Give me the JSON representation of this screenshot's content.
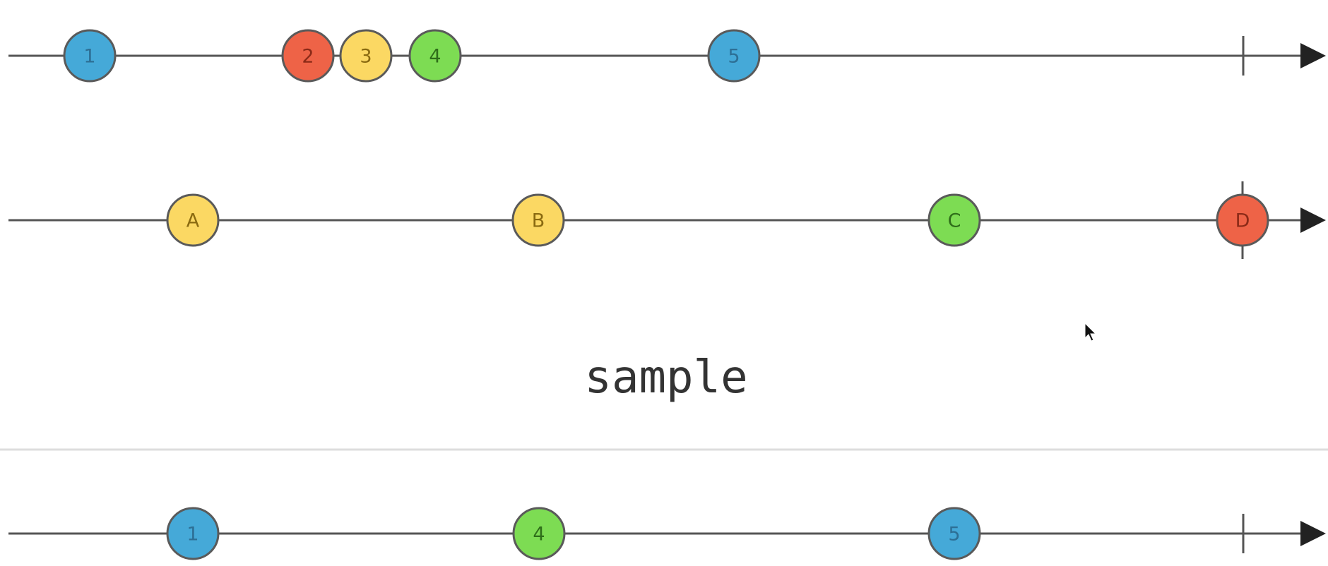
{
  "diagram": {
    "type": "marble-diagram",
    "operator": "sample",
    "colors": {
      "blue": "#45a9d8",
      "red": "#ee6347",
      "yellow": "#fbd863",
      "green": "#7ddc53",
      "line": "#555555",
      "divider": "#dddddd"
    },
    "timelines": [
      {
        "role": "source",
        "end_marker": "complete",
        "marbles": [
          {
            "label": "1",
            "color": "blue"
          },
          {
            "label": "2",
            "color": "red"
          },
          {
            "label": "3",
            "color": "yellow"
          },
          {
            "label": "4",
            "color": "green"
          },
          {
            "label": "5",
            "color": "blue"
          }
        ]
      },
      {
        "role": "sampler",
        "end_marker": "complete",
        "marbles": [
          {
            "label": "A",
            "color": "yellow"
          },
          {
            "label": "B",
            "color": "yellow"
          },
          {
            "label": "C",
            "color": "green"
          },
          {
            "label": "D",
            "color": "red"
          }
        ]
      },
      {
        "role": "output",
        "end_marker": "complete",
        "marbles": [
          {
            "label": "1",
            "color": "blue"
          },
          {
            "label": "4",
            "color": "green"
          },
          {
            "label": "5",
            "color": "blue"
          }
        ]
      }
    ]
  }
}
